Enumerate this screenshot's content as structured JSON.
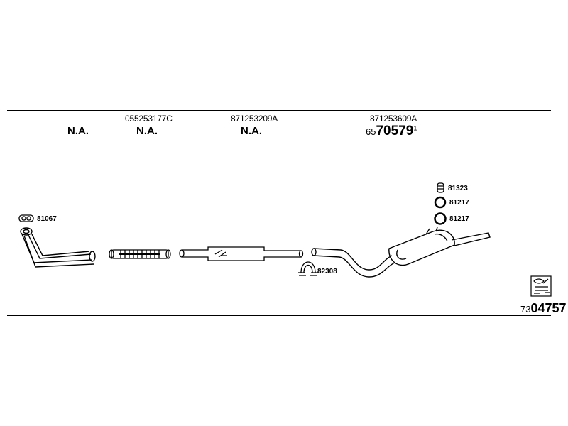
{
  "columns": [
    {
      "oe_number": "",
      "status": "N.A."
    },
    {
      "oe_number": "055253177C",
      "status": "N.A."
    },
    {
      "oe_number": "871253209A",
      "status": "N.A."
    },
    {
      "oe_number": "871253609A",
      "article_prefix": "65",
      "article_main": "70579",
      "article_suffix": "1"
    }
  ],
  "parts": {
    "clamp_front": "81067",
    "mount_1": "81323",
    "ring_1": "81217",
    "ring_2": "81217",
    "clamp_middle": "82308"
  },
  "kit": {
    "prefix": "73",
    "number": "04757"
  },
  "icons": [
    "front-pipe-icon",
    "flex-pipe-icon",
    "middle-silencer-icon",
    "rear-silencer-icon",
    "instruction-sheet-icon"
  ]
}
